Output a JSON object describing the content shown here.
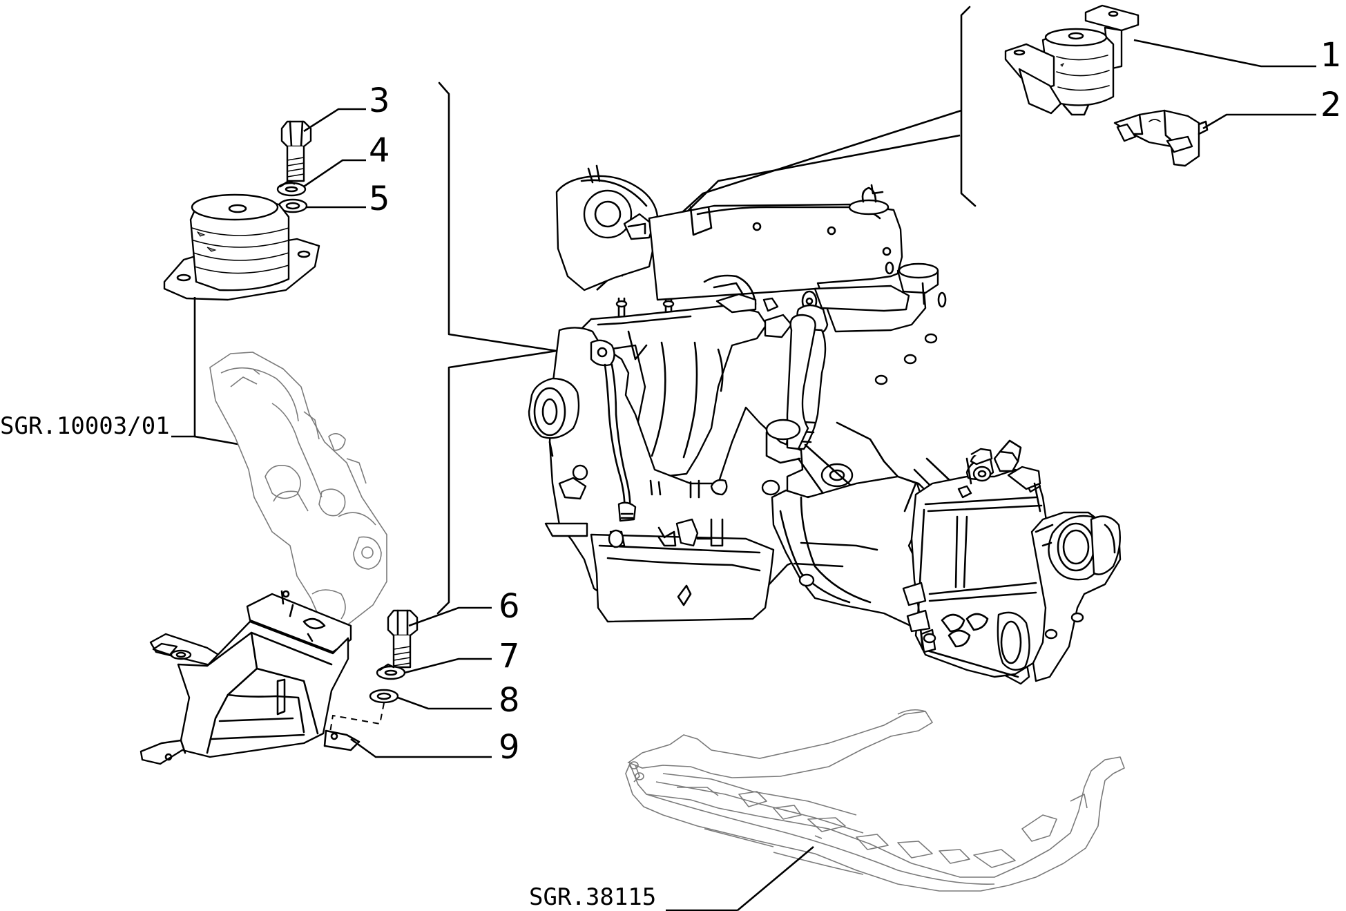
{
  "callouts": {
    "c1": "1",
    "c2": "2",
    "c3": "3",
    "c4": "4",
    "c5": "5",
    "c6": "6",
    "c7": "7",
    "c8": "8",
    "c9": "9"
  },
  "references": {
    "left_bracket": "SGR.10003/01",
    "subframe": "SGR.38115"
  },
  "icons": {
    "engine": "engine-gearbox-assembly-icon",
    "mount_rubber": "engine-mount-rubber-icon",
    "mount_bracket": "engine-mount-bracket-icon",
    "bolt": "bolt-icon",
    "washer": "washer-icon",
    "support_bracket": "support-bracket-icon",
    "subframe": "subframe-crossmember-icon"
  },
  "colors": {
    "line": "#000000",
    "faint_line": "#7a7a7a",
    "shading": "#8a8a8a",
    "background": "#ffffff"
  }
}
